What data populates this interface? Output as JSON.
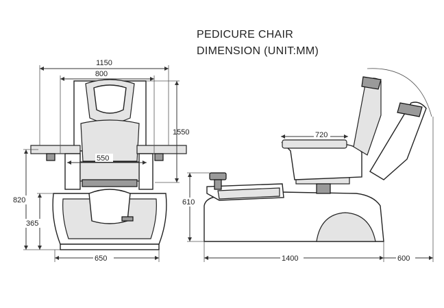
{
  "title": {
    "line1": "PEDICURE CHAIR",
    "line2": "DIMENSION (UNIT:MM)"
  },
  "front_view": {
    "width_total": "1150",
    "width_back": "800",
    "height_total": "1550",
    "seat_width": "550",
    "height_armrest": "820",
    "height_basin": "365",
    "base_width": "650"
  },
  "side_view": {
    "seat_depth": "720",
    "basin_height": "610",
    "base_length": "1400",
    "recline_extension": "600"
  }
}
